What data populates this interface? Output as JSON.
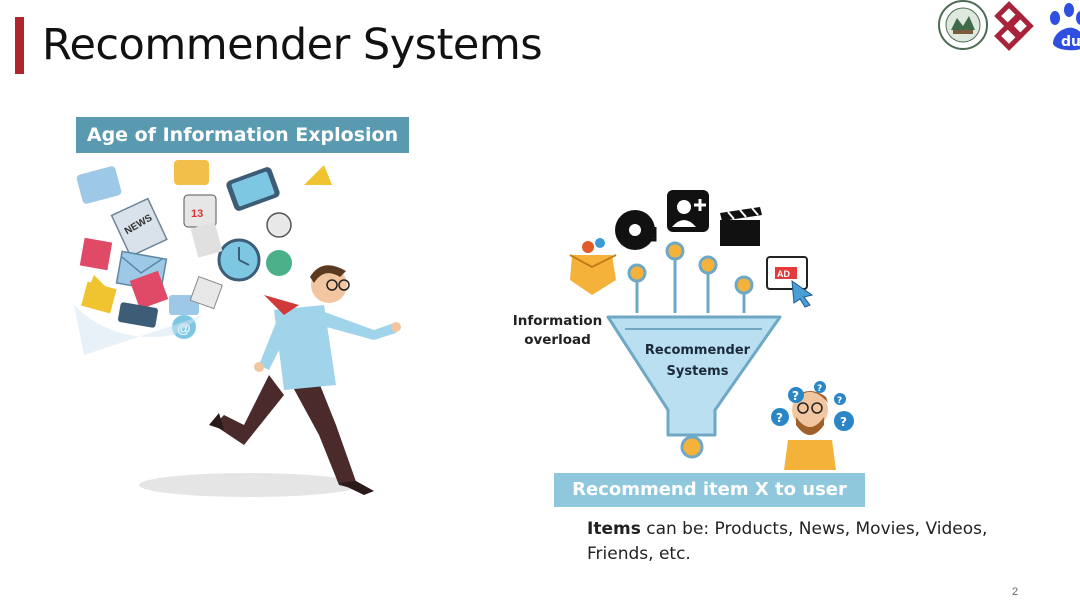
{
  "slide": {
    "title": "Recommender Systems",
    "page_number": "2",
    "accent_color": "#b1242e"
  },
  "left_panel": {
    "banner": "Age of Information Explosion",
    "banner_color": "#5a9ab0",
    "badge_news": "NEWS",
    "badge_count": "13",
    "badge_at": "@"
  },
  "right_panel": {
    "overload_label_line1": "Information",
    "overload_label_line2": "overload",
    "funnel_label_line1": "Recommender",
    "funnel_label_line2": "Systems",
    "ad_label": "AD",
    "banner": "Recommend item X to user",
    "banner_color": "#8fc7dd",
    "items_bold": "Items",
    "items_rest": " can be: Products, News, Movies, Videos, Friends, etc."
  },
  "icons": [
    "university-seal-logo",
    "polyu-logo",
    "baidu-logo",
    "music-disc-icon",
    "add-friend-icon",
    "clapperboard-icon",
    "product-box-icon",
    "advertisement-icon",
    "question-mark-icon"
  ]
}
